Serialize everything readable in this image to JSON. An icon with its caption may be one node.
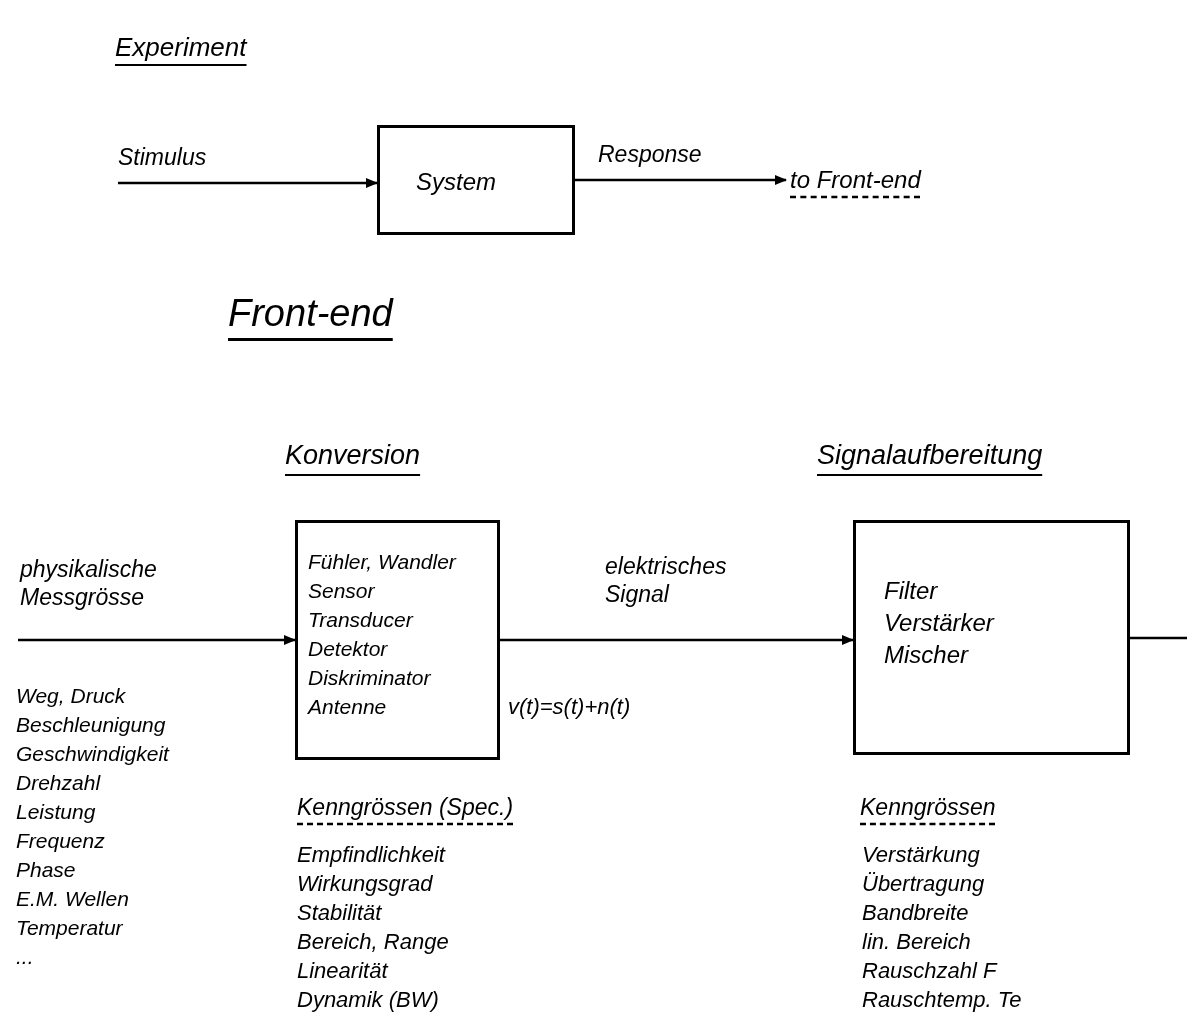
{
  "diagram": {
    "title": "Experiment",
    "nodes": [
      {
        "text": [
          "System"
        ]
      },
      {
        "text": [
          "Konversion",
          "Fühler, Wandler",
          "Sensor",
          "Transducer",
          "Detektor",
          "Diskriminator",
          "Antenne"
        ]
      },
      {
        "text": [
          "Signalaufbereitung",
          "Filter",
          "Verstärker",
          "Mischer"
        ]
      },
      {
        "text": [
          "to Front-end"
        ]
      }
    ],
    "edges": [
      {
        "from": null,
        "to": 0,
        "arrow": "to",
        "label": "Stimulus"
      },
      {
        "from": 0,
        "to": 3,
        "arrow": "to",
        "label": "Response"
      },
      {
        "from": null,
        "to": 1,
        "arrow": "to",
        "label": "physikalische Messgrösse"
      },
      {
        "from": 1,
        "to": 2,
        "arrow": "to",
        "label": "elektrisches Signal"
      },
      {
        "from": 2,
        "to": null,
        "arrow": "none"
      }
    ],
    "labels": [
      "Front-end",
      "v(t)=s(t)+n(t)",
      "Weg, Druck",
      "Beschleunigung",
      "Geschwindigkeit",
      "Drehzahl",
      "Leistung",
      "Frequenz",
      "Phase",
      "E.M. Wellen",
      "Temperatur",
      "...",
      "Kenngrössen (Spec.)",
      "Empfindlichkeit",
      "Wirkungsgrad",
      "Stabilität",
      "Bereich, Range",
      "Linearität",
      "Dynamik (BW)",
      "Kenngrössen",
      "Verstärkung",
      "Übertragung",
      "Bandbreite",
      "lin. Bereich",
      "Rauschzahl F",
      "Rauschtemp. Te"
    ]
  }
}
